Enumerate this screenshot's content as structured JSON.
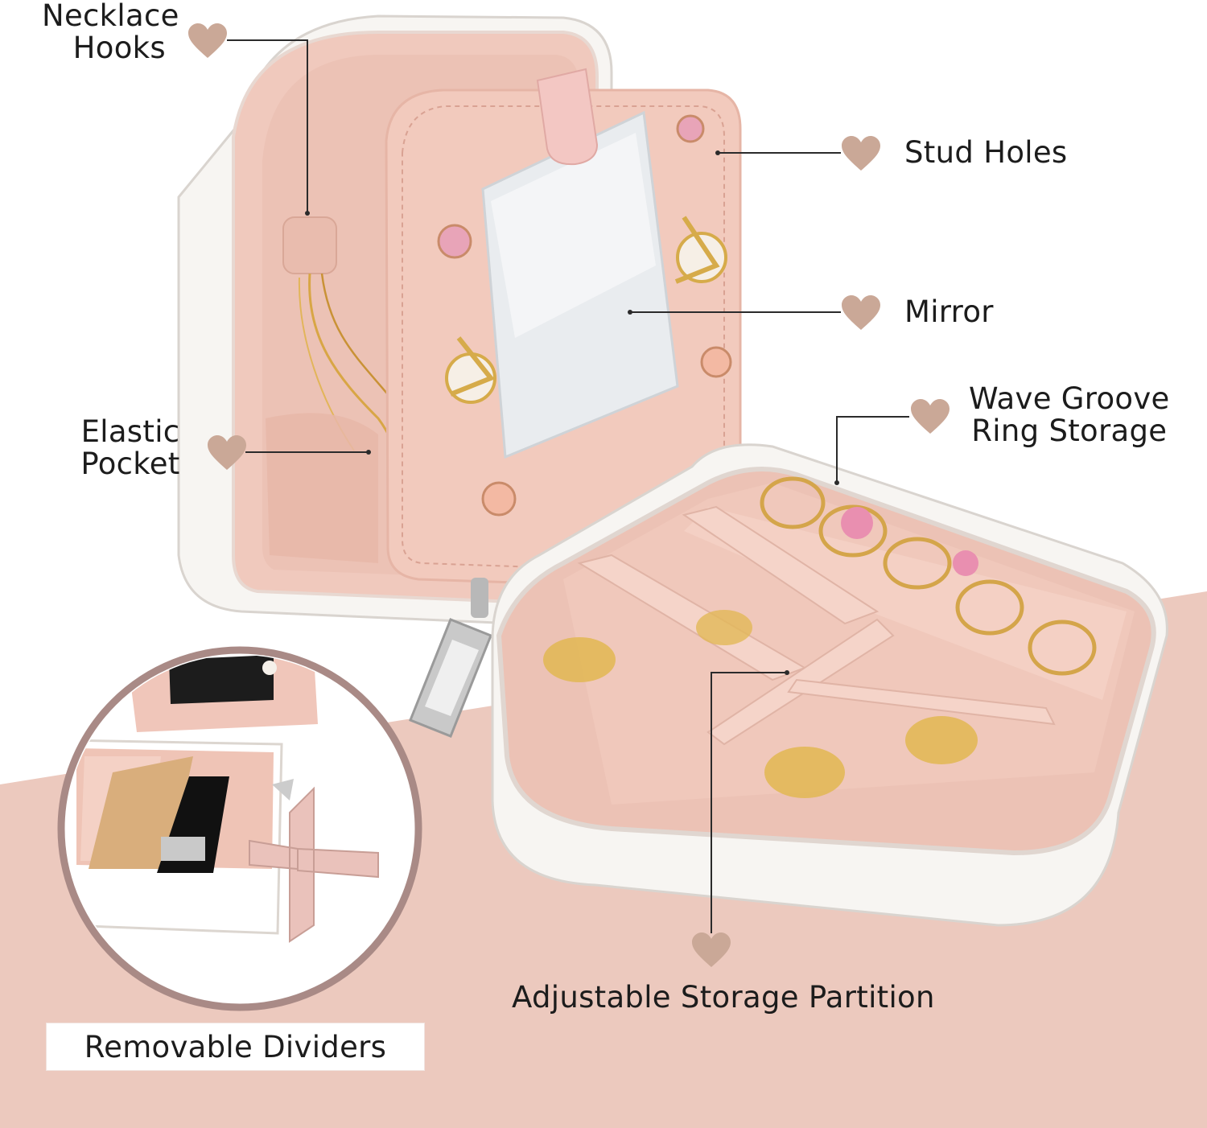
{
  "labels": {
    "necklace_hooks": [
      "Necklace",
      "Hooks"
    ],
    "stud_holes": "Stud Holes",
    "mirror": "Mirror",
    "elastic_pocket": [
      "Elastic",
      "Pocket"
    ],
    "wave_groove": [
      "Wave Groove",
      "Ring Storage"
    ],
    "adjustable_partition": "Adjustable Storage Partition",
    "removable_dividers": "Removable Dividers"
  },
  "colors": {
    "heart": "#caa897",
    "blush_background": "#ecc9be",
    "velvet": "#f0c7bb",
    "leather": "#f7f5f2",
    "leader_line": "#2b2b2b"
  },
  "icons": {
    "callout_marker": "heart-icon",
    "zipper": "zipper-pull-icon"
  }
}
